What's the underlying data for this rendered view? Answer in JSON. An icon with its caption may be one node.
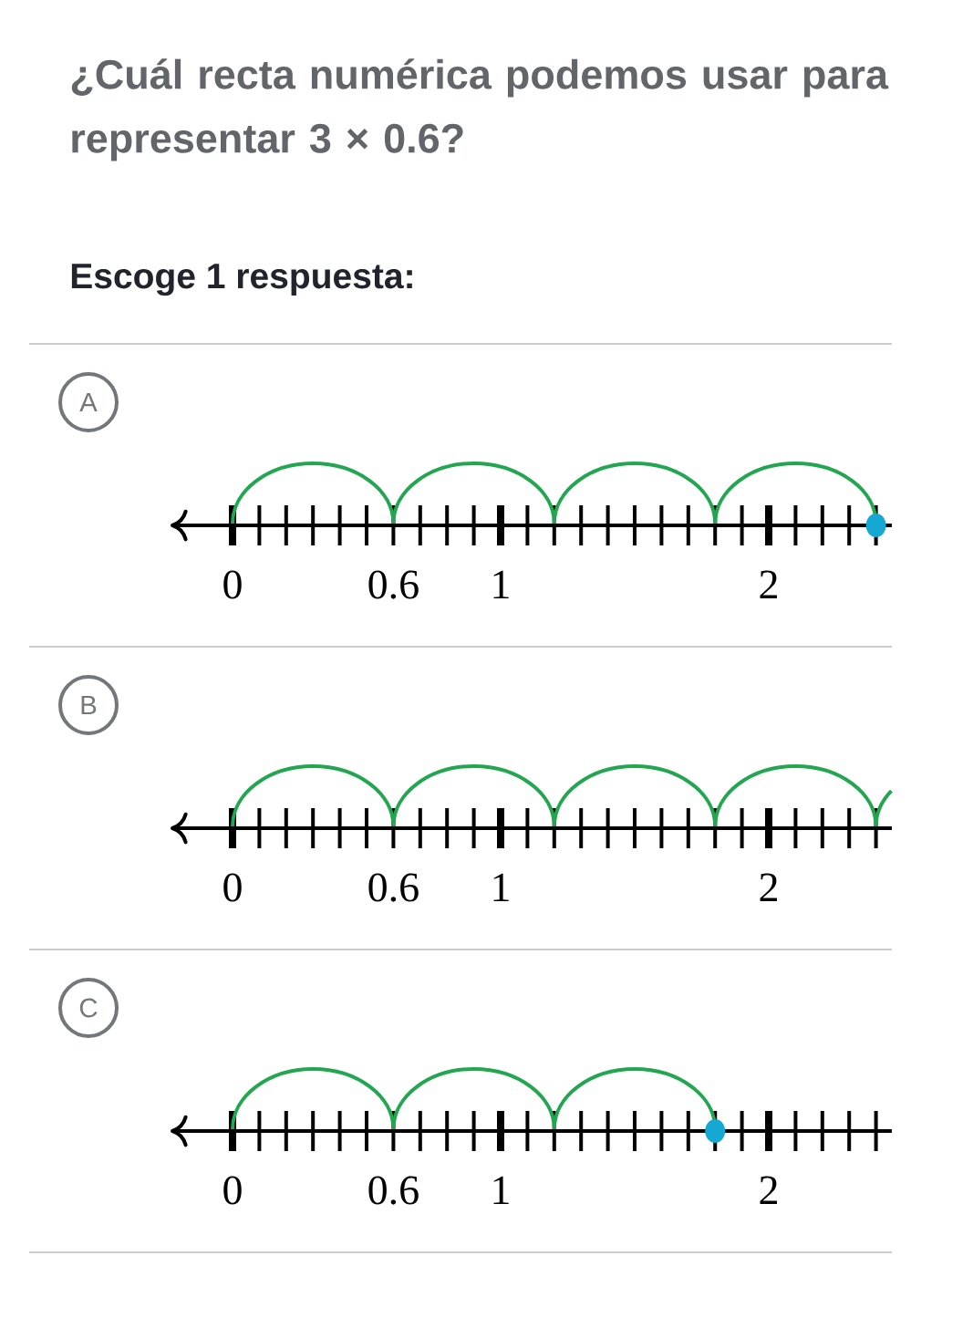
{
  "diagram": {
    "title": "¿Cuál recta numérica podemos usar para representar 3 × 0.6?",
    "nodes": [
      {
        "text": [
          "A"
        ]
      },
      {
        "text": [
          "B"
        ]
      },
      {
        "text": [
          "C"
        ]
      }
    ],
    "labels": [
      "Escoge 1 respuesta:",
      "0",
      "0.6",
      "1",
      "2",
      "0",
      "0.6",
      "1",
      "2",
      "0",
      "0.6",
      "1",
      "2"
    ]
  }
}
